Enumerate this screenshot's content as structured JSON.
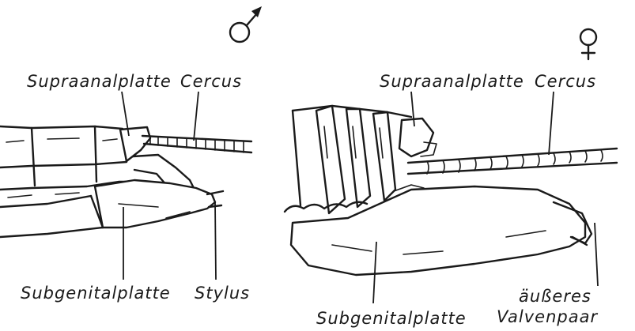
{
  "symbols": {
    "male": "♂",
    "female": "♀"
  },
  "male_panel": {
    "labels": {
      "supraanalplatte": "Supraanalplatte",
      "cercus": "Cercus",
      "subgenitalplatte": "Subgenitalplatte",
      "stylus": "Stylus"
    }
  },
  "female_panel": {
    "labels": {
      "supraanalplatte": "Supraanalplatte",
      "cercus": "Cercus",
      "subgenitalplatte": "Subgenitalplatte",
      "valven_line1": "äußeres",
      "valven_line2": "Valvenpaar"
    }
  }
}
